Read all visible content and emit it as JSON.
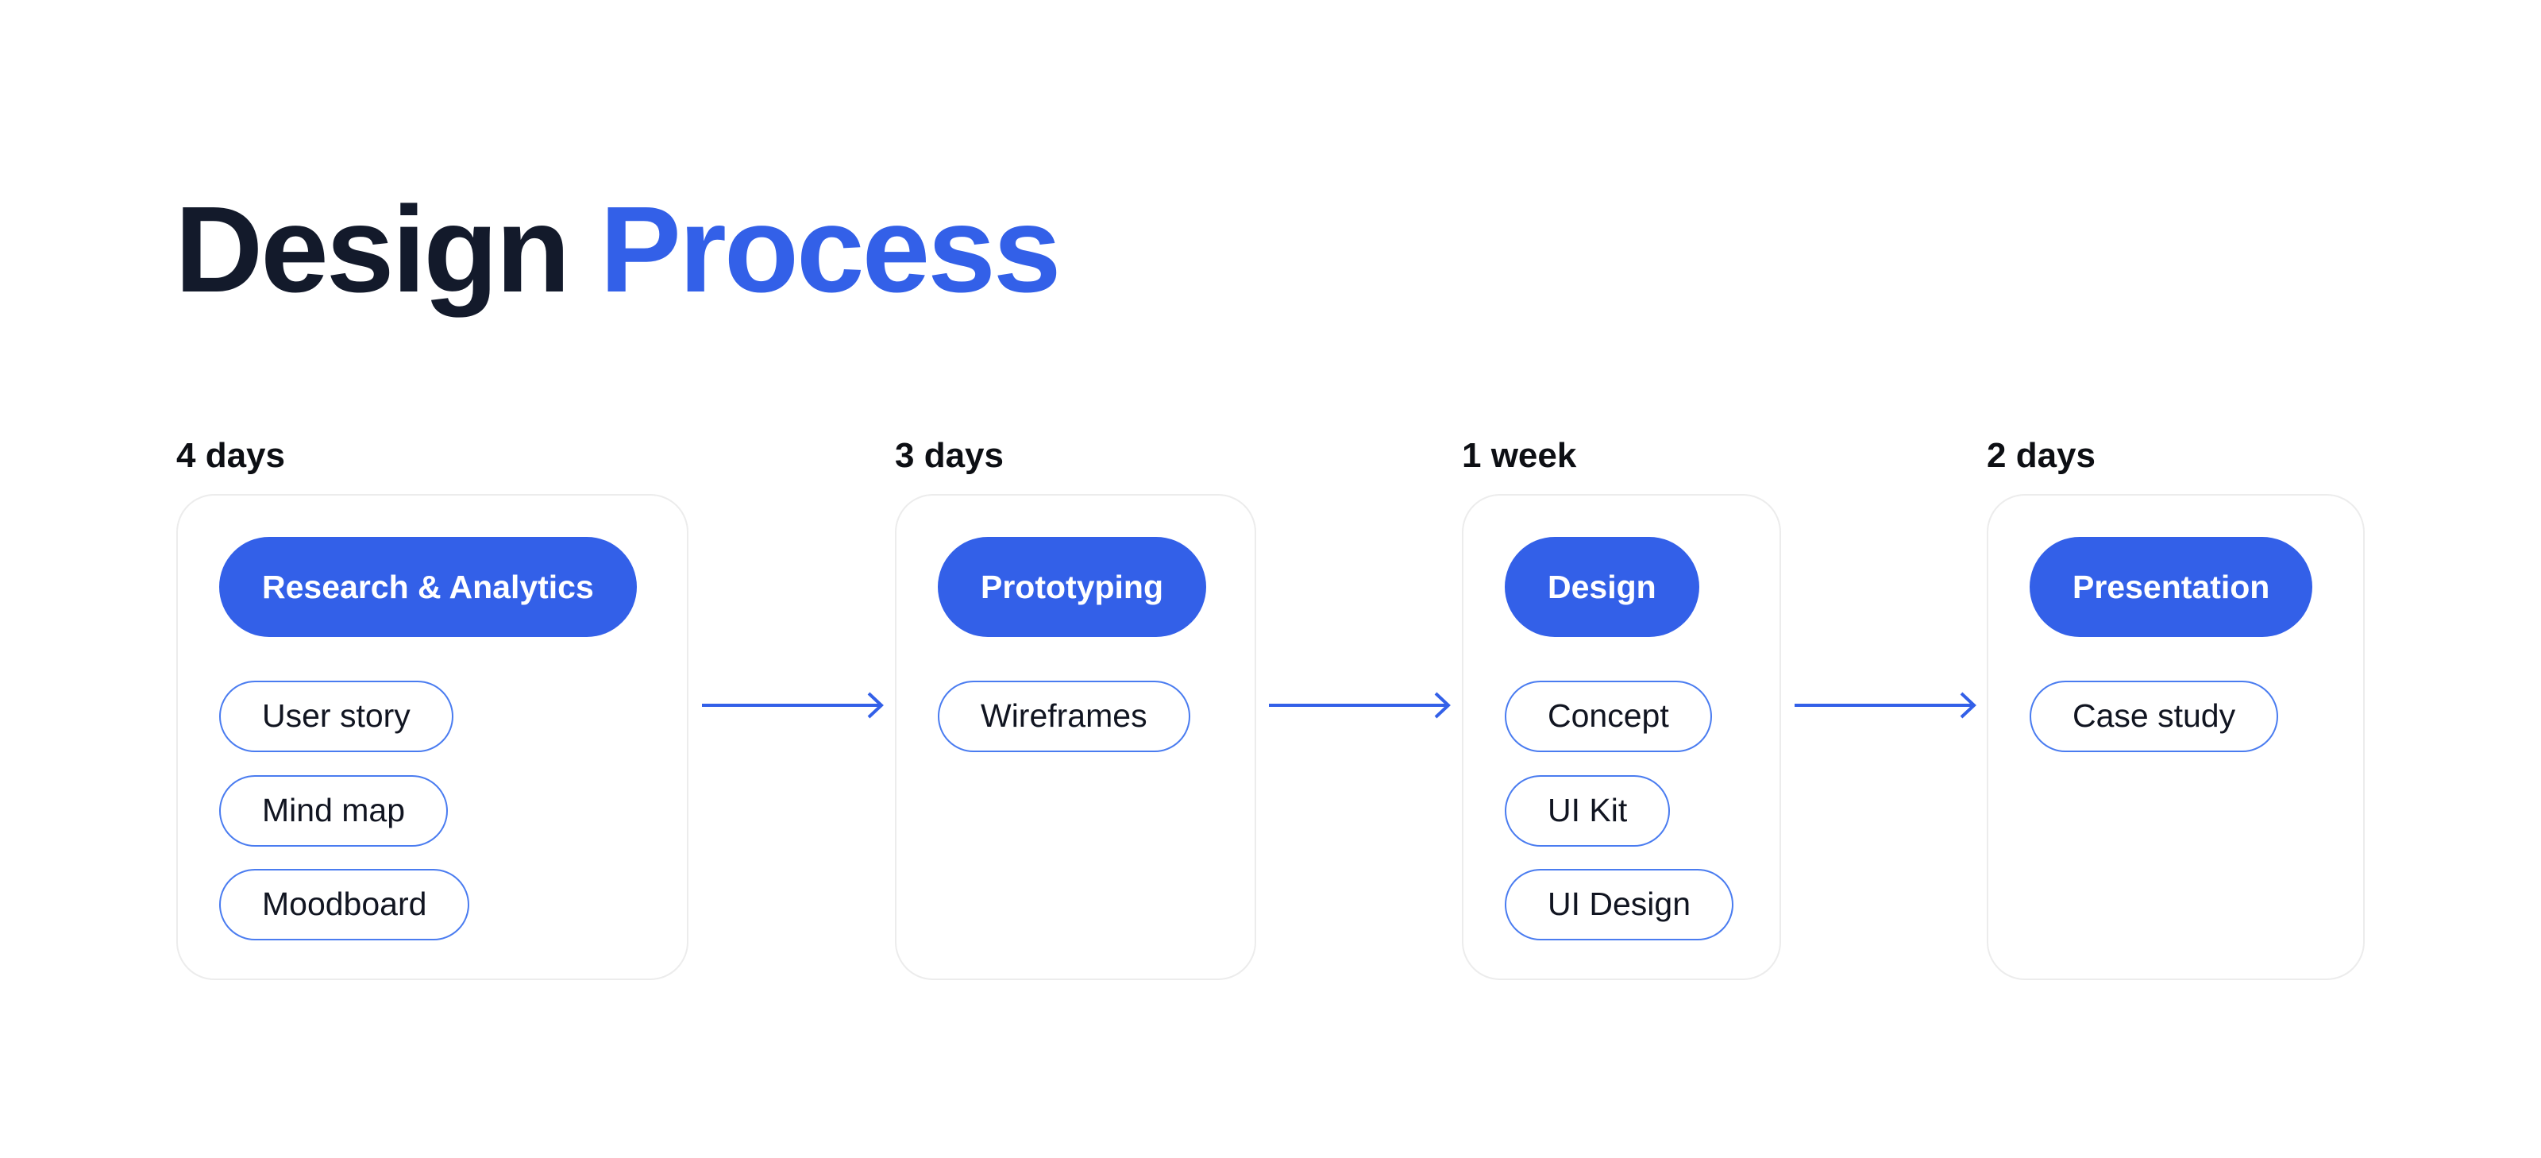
{
  "title": {
    "part1": "Design",
    "part2": "Process"
  },
  "colors": {
    "accent": "#3360e8",
    "title_dark": "#131a2b",
    "pill_border": "#4a7cf0"
  },
  "stages": [
    {
      "duration": "4 days",
      "name": "Research & Analytics",
      "items": [
        "User story",
        "Mind map",
        "Moodboard"
      ]
    },
    {
      "duration": "3 days",
      "name": "Prototyping",
      "items": [
        "Wireframes"
      ]
    },
    {
      "duration": "1 week",
      "name": "Design",
      "items": [
        "Concept",
        "UI Kit",
        "UI Design"
      ]
    },
    {
      "duration": "2 days",
      "name": "Presentation",
      "items": [
        "Case study"
      ]
    }
  ]
}
